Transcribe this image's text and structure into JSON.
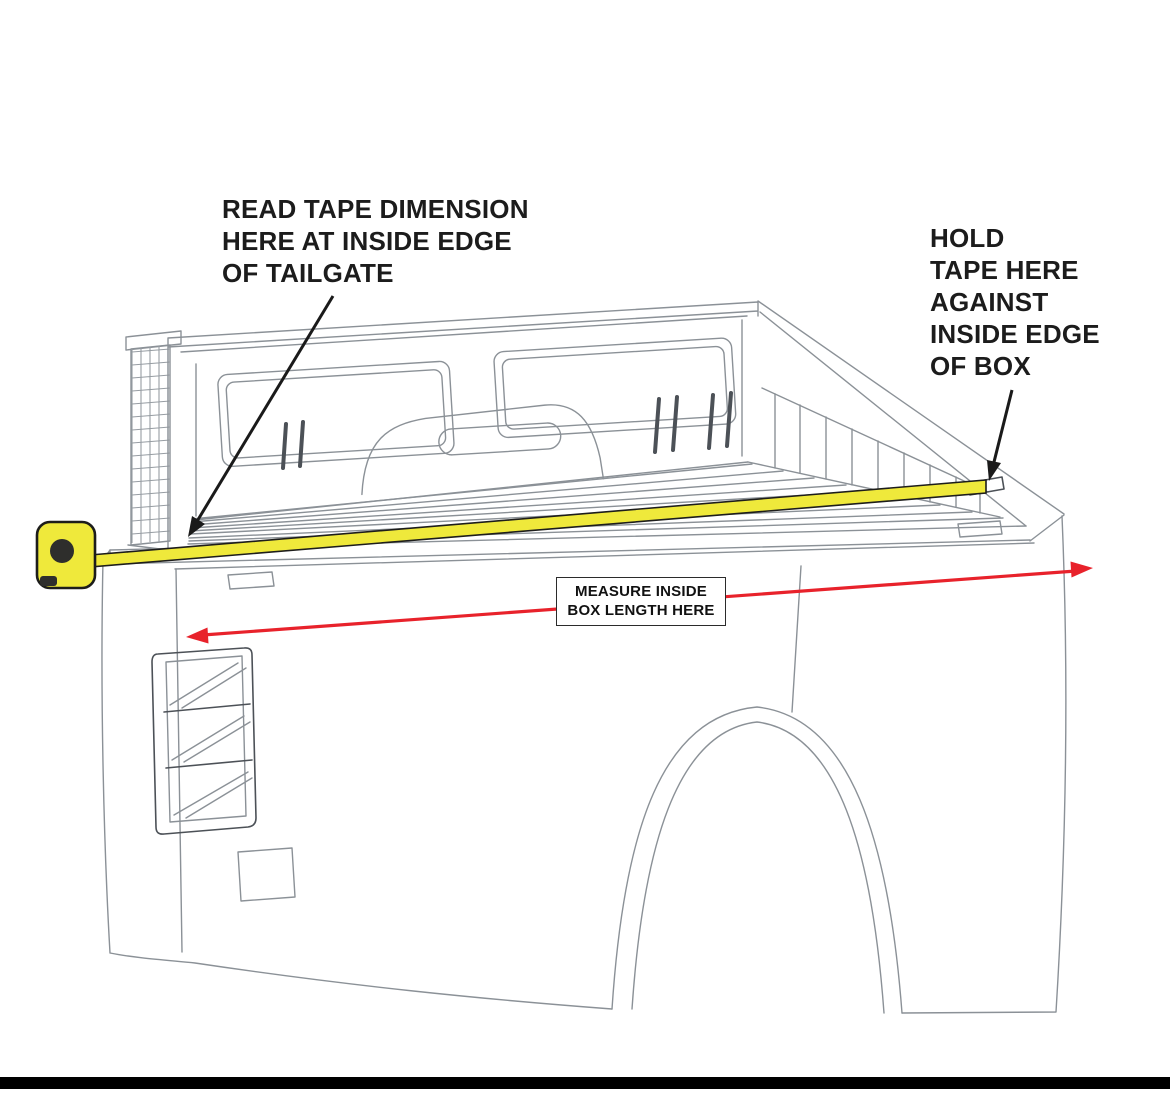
{
  "annotations": {
    "read_tape": {
      "lines": [
        "READ TAPE DIMENSION",
        "HERE AT INSIDE EDGE",
        "OF TAILGATE"
      ]
    },
    "hold_tape": {
      "lines": [
        "HOLD",
        "TAPE HERE",
        "AGAINST",
        "INSIDE EDGE",
        "OF BOX"
      ]
    },
    "measure_label": {
      "lines": [
        "MEASURE INSIDE",
        "BOX LENGTH HERE"
      ]
    }
  },
  "colors": {
    "tape_yellow": "#efe93b",
    "tape_outline": "#1d1d1b",
    "arrow_red": "#e8222b",
    "annotation_text": "#1c1c1c",
    "drawing_line": "#8b9197",
    "drawing_line_dark": "#4c5157",
    "background": "#ffffff",
    "bottom_bar": "#000000"
  }
}
